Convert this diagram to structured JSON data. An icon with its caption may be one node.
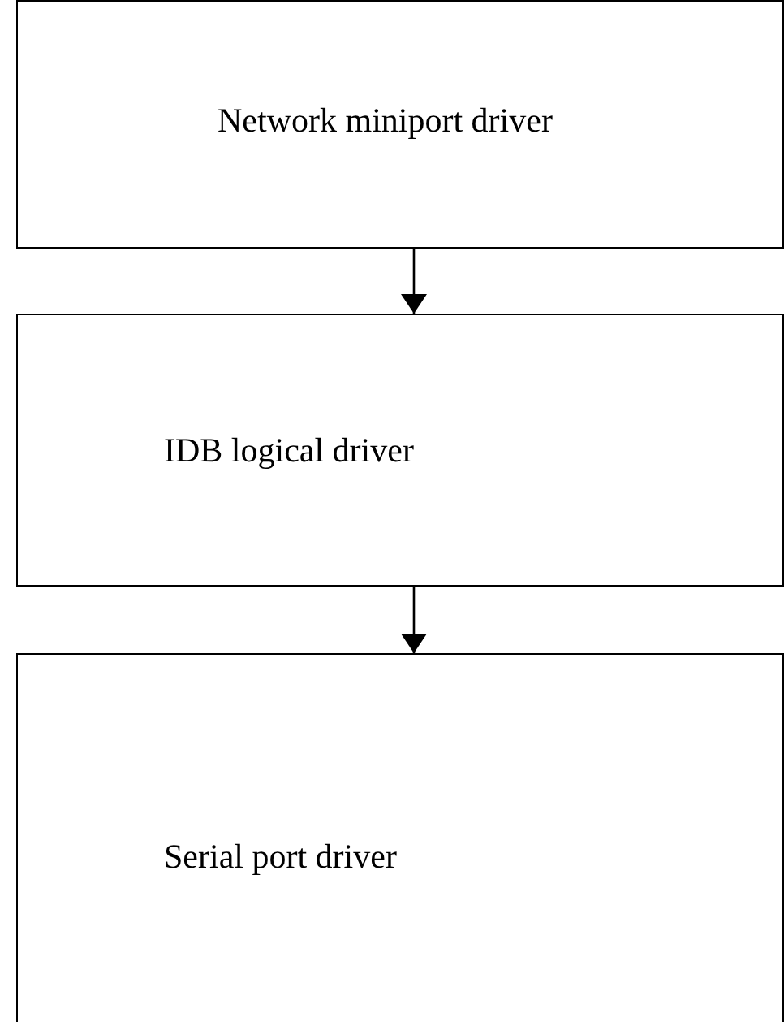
{
  "diagram": {
    "nodes": [
      {
        "text": [
          "Network miniport driver"
        ]
      },
      {
        "text": [
          "IDB logical driver"
        ]
      },
      {
        "text": [
          "Serial port driver"
        ]
      }
    ],
    "edges": [
      {
        "from": 0,
        "to": 1,
        "arrow": "to"
      },
      {
        "from": 1,
        "to": 2,
        "arrow": "to"
      }
    ]
  }
}
